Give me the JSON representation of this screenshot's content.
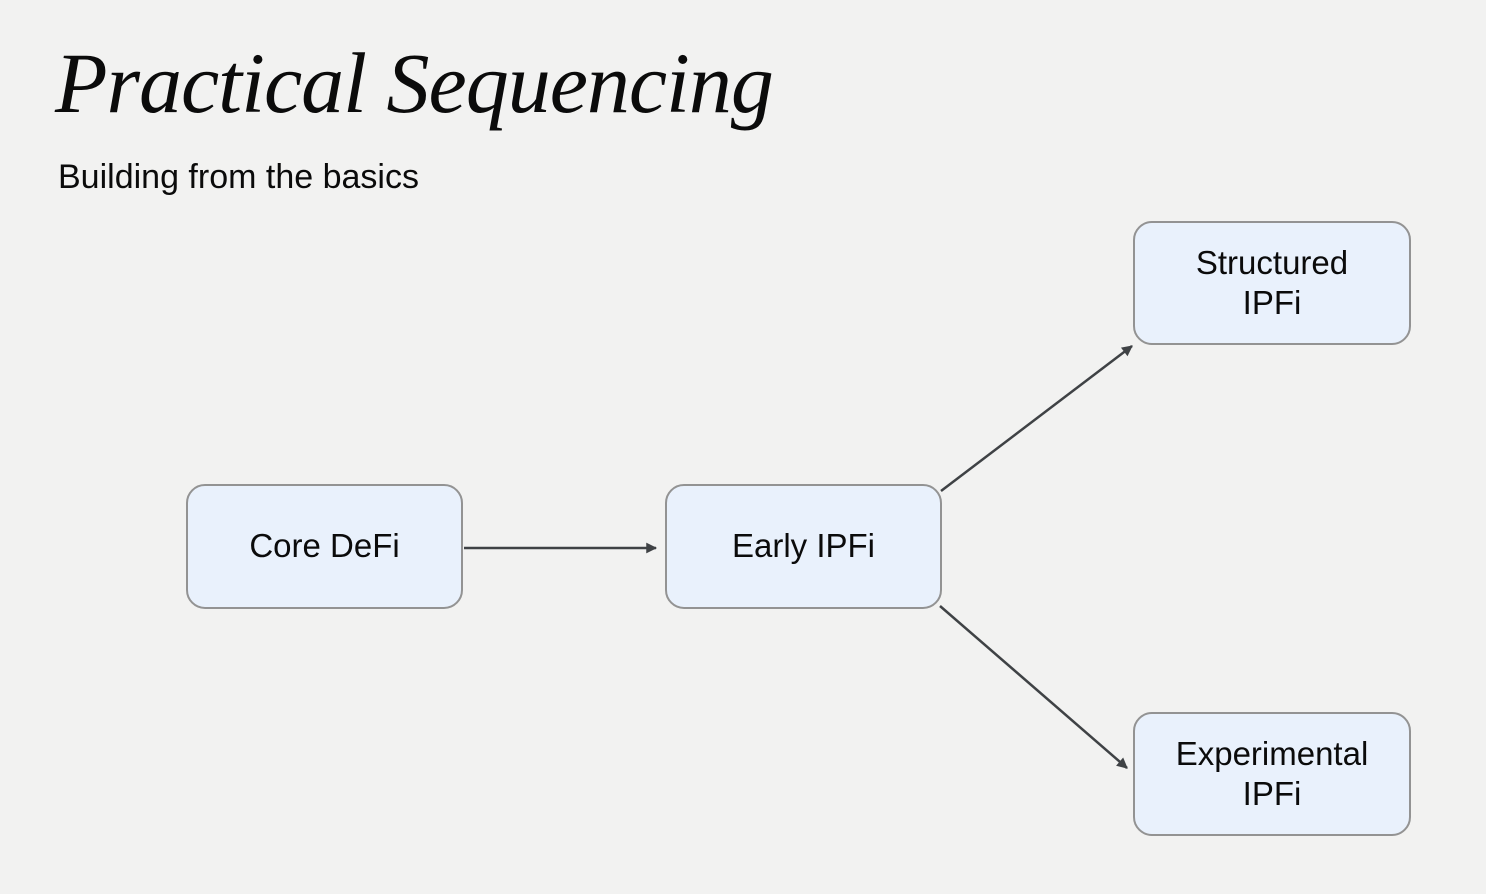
{
  "slide": {
    "title": "Practical Sequencing",
    "subtitle": "Building from the basics"
  },
  "diagram": {
    "nodes": [
      {
        "id": "core-defi",
        "label": "Core DeFi"
      },
      {
        "id": "early-ipfi",
        "label": "Early IPFi"
      },
      {
        "id": "structured-ipfi",
        "label": "Structured\nIPFi"
      },
      {
        "id": "experimental-ipfi",
        "label": "Experimental\nIPFi"
      }
    ],
    "edges": [
      {
        "from": "core-defi",
        "to": "early-ipfi",
        "direction": "right"
      },
      {
        "from": "early-ipfi",
        "to": "structured-ipfi",
        "direction": "up-right"
      },
      {
        "from": "early-ipfi",
        "to": "experimental-ipfi",
        "direction": "down-right"
      }
    ],
    "colors": {
      "background": "#f2f2f1",
      "node_fill": "#e9f1fc",
      "node_border": "#939393",
      "arrow": "#3f4245",
      "text": "#0b0b0b"
    }
  }
}
